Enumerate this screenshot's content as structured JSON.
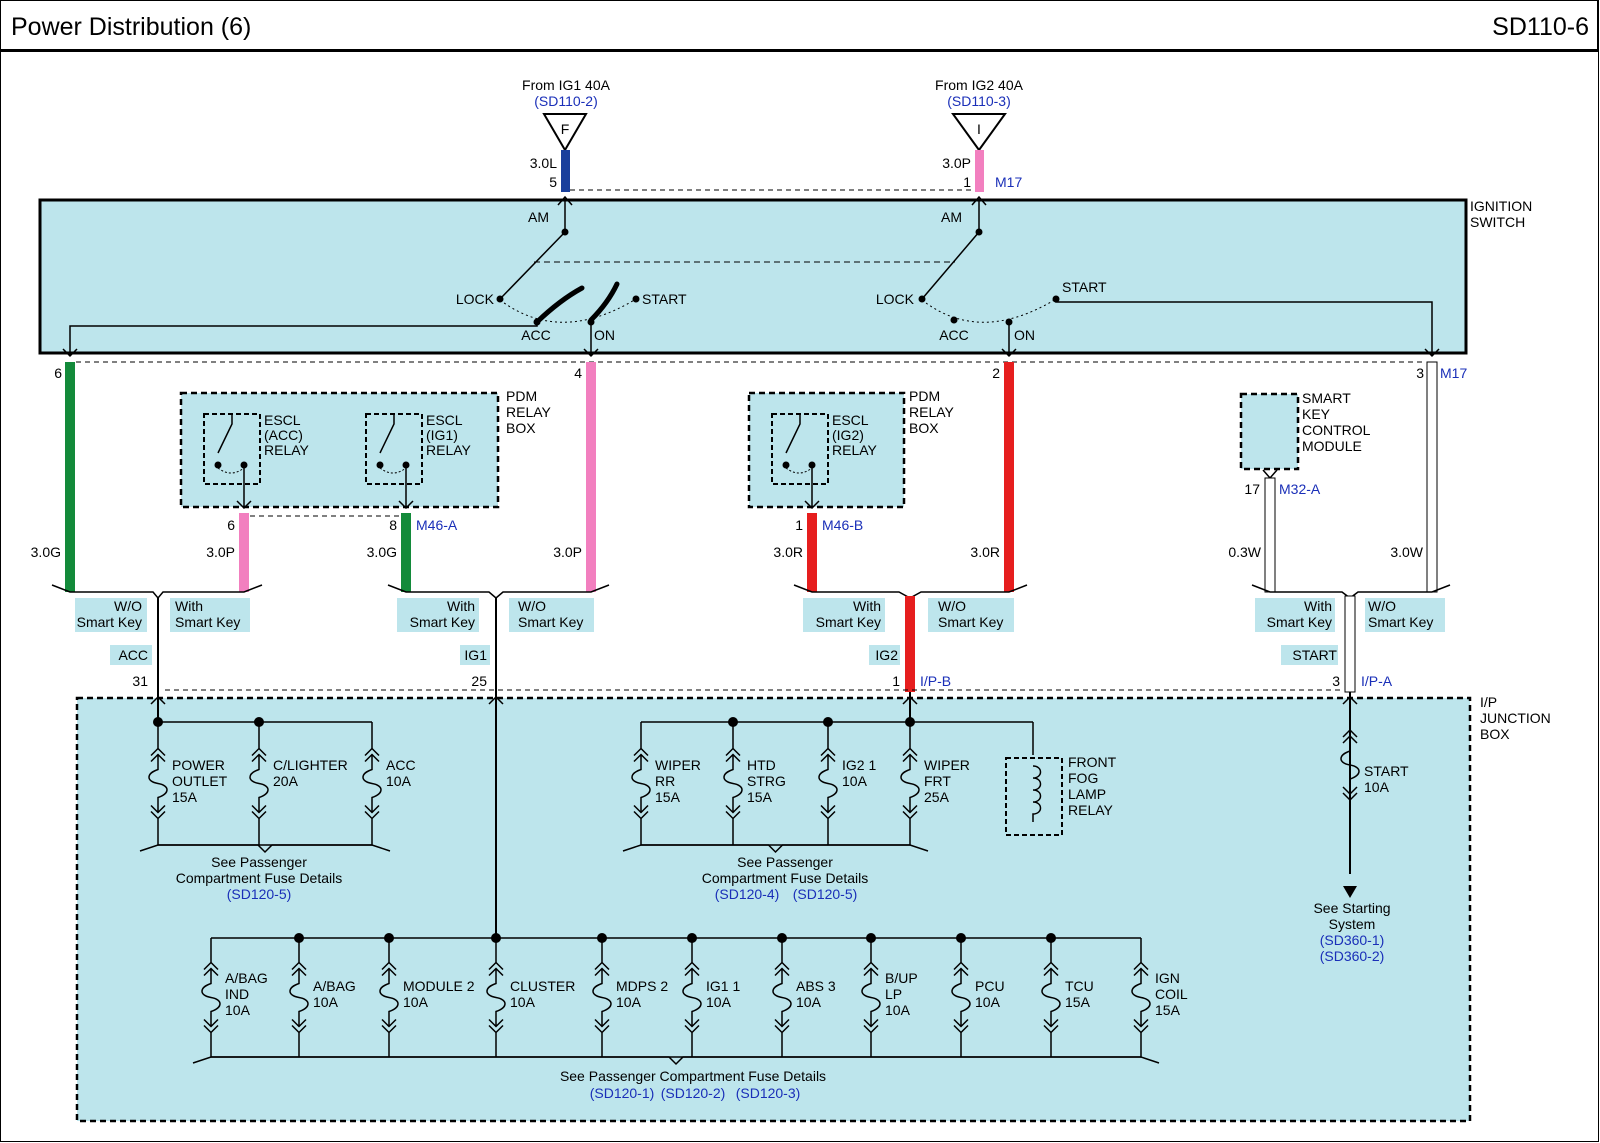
{
  "header": {
    "title": "Power Distribution (6)",
    "code": "SD110-6"
  },
  "colors": {
    "panel": "#bde5ec",
    "blue_wire": "#1a3f9c",
    "pink_wire": "#f27fbf",
    "green_wire": "#138a3a",
    "red_wire": "#e61e1e",
    "ref_text": "#1a2fb8"
  },
  "sources": {
    "ig1": {
      "label": "From IG1 40A",
      "ref": "(SD110-2)",
      "connector": "F",
      "wire": "3.0L",
      "pin": "5"
    },
    "ig2": {
      "label": "From IG2 40A",
      "ref": "(SD110-3)",
      "connector": "I",
      "wire": "3.0P",
      "pin": "1",
      "conn_id": "M17"
    }
  },
  "ignition_switch": {
    "label_1": "IGNITION",
    "label_2": "SWITCH",
    "am": "AM",
    "lock": "LOCK",
    "acc": "ACC",
    "on": "ON",
    "start": "START",
    "pins": [
      "6",
      "4",
      "2",
      "3"
    ],
    "conn_id": "M17"
  },
  "pdm_relay_box_1": {
    "label_1": "PDM",
    "label_2": "RELAY",
    "label_3": "BOX",
    "relay_acc": [
      "ESCL",
      "(ACC)",
      "RELAY"
    ],
    "relay_ig1": [
      "ESCL",
      "(IG1)",
      "RELAY"
    ],
    "pin_acc": "6",
    "pin_ig1": "8",
    "conn_id": "M46-A"
  },
  "pdm_relay_box_2": {
    "label_1": "PDM",
    "label_2": "RELAY",
    "label_3": "BOX",
    "relay_ig2": [
      "ESCL",
      "(IG2)",
      "RELAY"
    ],
    "pin": "1",
    "conn_id": "M46-B"
  },
  "smart_key_module": {
    "lines": [
      "SMART",
      "KEY",
      "CONTROL",
      "MODULE"
    ],
    "pin": "17",
    "conn_id": "M32-A"
  },
  "wires": {
    "acc_wo": "3.0G",
    "acc_with": "3.0P",
    "ig1_with": "3.0G",
    "ig1_wo": "3.0P",
    "ig2_with": "3.0R",
    "ig2_wo": "3.0R",
    "start_with": "0.3W",
    "start_wo": "3.0W"
  },
  "options": {
    "wo_1": "W/O",
    "wo_2": "Smart Key",
    "with_1": "With",
    "with_2": "Smart Key"
  },
  "junction_inputs": {
    "acc": {
      "name": "ACC",
      "pin": "31"
    },
    "ig1": {
      "name": "IG1",
      "pin": "25"
    },
    "ig2": {
      "name": "IG2",
      "pin": "1",
      "conn_id": "I/P-B"
    },
    "start": {
      "name": "START",
      "pin": "3",
      "conn_id": "I/P-A"
    }
  },
  "junction_box": {
    "label_1": "I/P",
    "label_2": "JUNCTION",
    "label_3": "BOX"
  },
  "fuses_acc": [
    {
      "lines": [
        "POWER",
        "OUTLET",
        "15A"
      ]
    },
    {
      "lines": [
        "C/LIGHTER",
        "20A"
      ]
    },
    {
      "lines": [
        "ACC",
        "10A"
      ]
    }
  ],
  "fuses_ig2": [
    {
      "lines": [
        "WIPER",
        "RR",
        "15A"
      ]
    },
    {
      "lines": [
        "HTD",
        "STRG",
        "15A"
      ]
    },
    {
      "lines": [
        "IG2 1",
        "10A"
      ]
    },
    {
      "lines": [
        "WIPER",
        "FRT",
        "25A"
      ]
    }
  ],
  "fog_relay": {
    "lines": [
      "FRONT",
      "FOG",
      "LAMP",
      "RELAY"
    ]
  },
  "fuse_start": {
    "lines": [
      "START",
      "10A"
    ]
  },
  "fuses_ig1": [
    {
      "lines": [
        "A/BAG",
        "IND",
        "10A"
      ]
    },
    {
      "lines": [
        "A/BAG",
        "10A"
      ]
    },
    {
      "lines": [
        "MODULE 2",
        "10A"
      ]
    },
    {
      "lines": [
        "CLUSTER",
        "10A"
      ]
    },
    {
      "lines": [
        "MDPS 2",
        "10A"
      ]
    },
    {
      "lines": [
        "IG1 1",
        "10A"
      ]
    },
    {
      "lines": [
        "ABS 3",
        "10A"
      ]
    },
    {
      "lines": [
        "B/UP",
        "LP",
        "10A"
      ]
    },
    {
      "lines": [
        "PCU",
        "10A"
      ]
    },
    {
      "lines": [
        "TCU",
        "15A"
      ]
    },
    {
      "lines": [
        "IGN",
        "COIL",
        "15A"
      ]
    }
  ],
  "notes": {
    "acc_group": {
      "line_1": "See Passenger",
      "line_2": "Compartment Fuse Details",
      "refs": [
        "(SD120-5)"
      ]
    },
    "ig2_group": {
      "line_1": "See Passenger",
      "line_2": "Compartment Fuse Details",
      "refs": [
        "(SD120-4)",
        "(SD120-5)"
      ]
    },
    "ig1_group": {
      "line_1": "See Passenger Compartment Fuse Details",
      "refs": [
        "(SD120-1)",
        "(SD120-2)",
        "(SD120-3)"
      ]
    },
    "start_group": {
      "line_1": "See Starting",
      "line_2": "System",
      "refs": [
        "(SD360-1)",
        "(SD360-2)"
      ]
    }
  }
}
